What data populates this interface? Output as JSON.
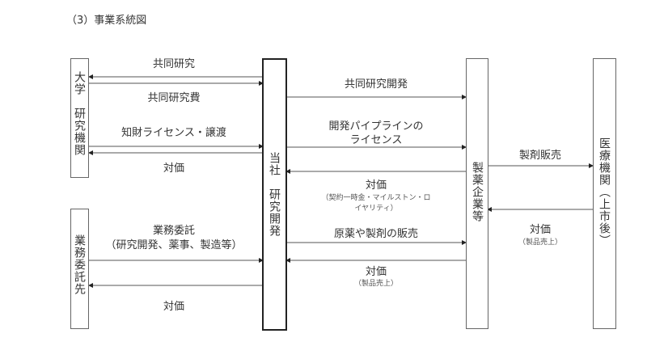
{
  "title": "（3）事業系統図",
  "entities": {
    "university": "大学　研究機関",
    "contractor": "業務委託先",
    "company": "当社　研究開発",
    "pharma": "製薬企業等",
    "medical": "医療機関（上市後）"
  },
  "flows": {
    "joint_research": "共同研究",
    "joint_research_fee": "共同研究費",
    "ip_license": "知財ライセンス・譲渡",
    "ip_consideration": "対価",
    "outsourcing": "業務委託",
    "outsourcing_detail": "（研究開発、薬事、製造等）",
    "outsourcing_consideration": "対価",
    "joint_dev": "共同研究開発",
    "pipeline_license_1": "開発パイプラインの",
    "pipeline_license_2": "ライセンス",
    "license_consideration": "対価",
    "license_consideration_detail_1": "（契約一時金・マイルストン・ロ",
    "license_consideration_detail_2": "イヤリティ）",
    "api_sales": "原薬や製剤の販売",
    "sales_consideration": "対価",
    "sales_consideration_detail": "（製品売上）",
    "drug_sales": "製剤販売",
    "medical_consideration": "対価",
    "medical_consideration_detail": "（製品売上）"
  }
}
